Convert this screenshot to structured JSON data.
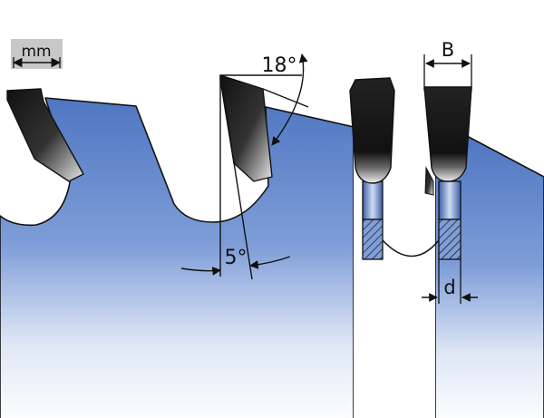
{
  "unit_badge": {
    "text": "mm"
  },
  "labels": {
    "hook_angle": "18°",
    "clearance_angle": "5°",
    "kerf_width": "B",
    "plate_thickness": "d"
  },
  "colors": {
    "blade_top": "#5b7fc6",
    "blade_bottom": "#ffffff",
    "tooth_dark": "#1a1a1a",
    "tooth_light": "#e8e8e8",
    "badge_bg": "#c8c8c8",
    "line": "#111111"
  }
}
